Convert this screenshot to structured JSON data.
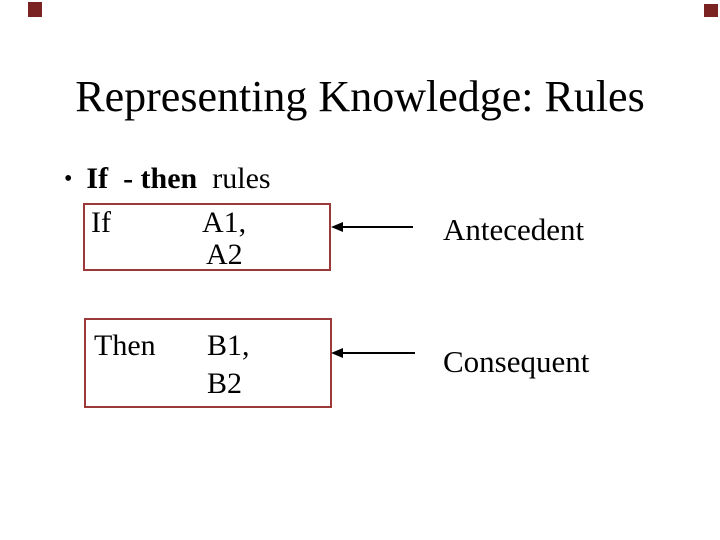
{
  "slide": {
    "title": "Representing Knowledge: Rules",
    "bullet": {
      "marker": "•",
      "bold_text": "If  - then",
      "regular_text": "  rules"
    },
    "antecedent_box": {
      "keyword": "If",
      "value_line1": "A1,",
      "value_line2": "A2"
    },
    "consequent_box": {
      "keyword": "Then",
      "value_line1": "B1,",
      "value_line2": "B2"
    },
    "labels": {
      "antecedent": "Antecedent",
      "consequent": "Consequent"
    },
    "colors": {
      "background": "#ffffff",
      "text": "#000000",
      "box_border": "#9e3939",
      "arrow": "#000000",
      "corner_square": "#7b2222"
    }
  }
}
